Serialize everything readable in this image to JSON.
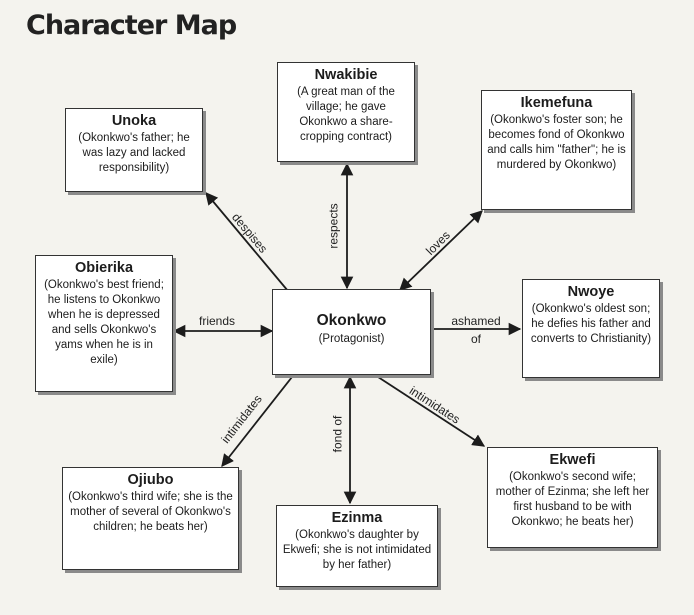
{
  "title": "Character Map",
  "center": {
    "name": "Okonkwo",
    "desc": "(Protagonist)"
  },
  "characters": {
    "unoka": {
      "name": "Unoka",
      "desc": "(Okonkwo's father; he was lazy and lacked responsibility)"
    },
    "nwakibie": {
      "name": "Nwakibie",
      "desc": "(A great man of the village; he gave Okonkwo a share-cropping contract)"
    },
    "ikemefuna": {
      "name": "Ikemefuna",
      "desc": "(Okonkwo's foster son; he becomes fond of Okonkwo and calls him \"father\"; he is murdered by Okonkwo)"
    },
    "obierika": {
      "name": "Obierika",
      "desc": "(Okonkwo's best friend; he listens to Okonkwo when he is depressed and sells Okonkwo's yams when he is in exile)"
    },
    "nwoye": {
      "name": "Nwoye",
      "desc": "(Okonkwo's oldest son; he defies his father and converts to Christianity)"
    },
    "ojiubo": {
      "name": "Ojiubo",
      "desc": "(Okonkwo's third wife; she is the mother of several of Okonkwo's children; he beats her)"
    },
    "ezinma": {
      "name": "Ezinma",
      "desc": "(Okonkwo's daughter by Ekwefi; she is not intimidated by her father)"
    },
    "ekwefi": {
      "name": "Ekwefi",
      "desc": "(Okonkwo's second wife; mother of Ezinma; she left her first husband to be with Okonkwo; he beats her)"
    }
  },
  "relations": {
    "unoka": "despises",
    "nwakibie": "respects",
    "ikemefuna": "loves",
    "obierika": "friends",
    "nwoye": "ashamed of",
    "ojiubo": "intimidates",
    "ezinma": "fond of",
    "ekwefi": "intimidates"
  }
}
